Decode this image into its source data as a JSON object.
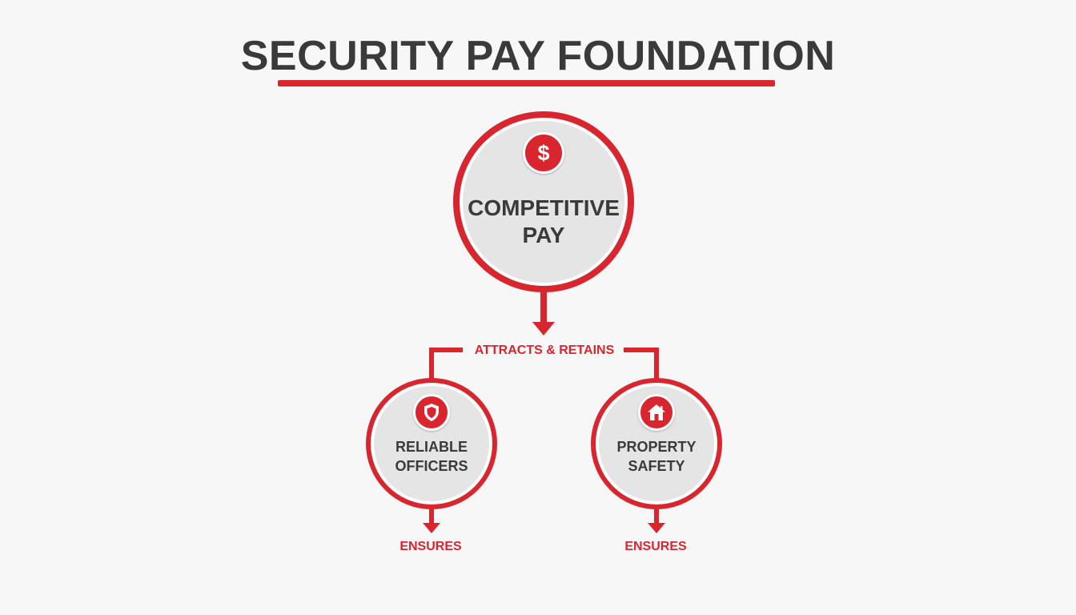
{
  "title": "SECURITY PAY FOUNDATION",
  "colors": {
    "accent": "#d9262e",
    "text": "#3a3a3a",
    "node_fill": "#e5e5e5",
    "background": "#f7f7f7"
  },
  "nodes": {
    "top": {
      "label_line1": "COMPETITIVE",
      "label_line2": "PAY",
      "icon": "dollar-icon",
      "icon_glyph": "$"
    },
    "left": {
      "label_line1": "RELIABLE",
      "label_line2": "OFFICERS",
      "icon": "shield-icon"
    },
    "right": {
      "label_line1": "PROPERTY",
      "label_line2": "SAFETY",
      "icon": "house-icon"
    }
  },
  "connectors": {
    "top_to_children": "ATTRACTS & RETAINS",
    "left_out": "ENSURES",
    "right_out": "ENSURES"
  }
}
